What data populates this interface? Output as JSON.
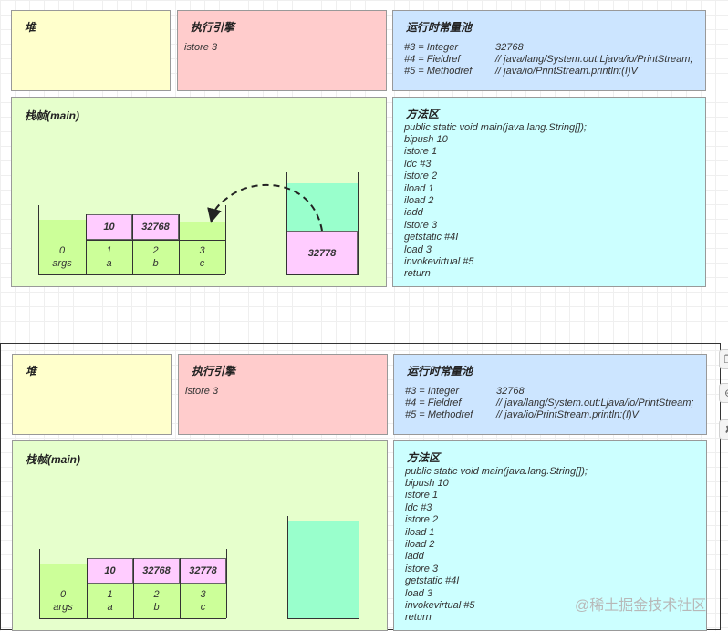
{
  "panels": {
    "heap_title": "堆",
    "engine_title": "执行引擎",
    "pool_title": "运行时常量池",
    "frame_title": "栈帧(main)",
    "method_title": "方法区"
  },
  "constant_pool": [
    {
      "ref": "#3 = Integer",
      "value": "32768"
    },
    {
      "ref": "#4 = Fieldref",
      "value": "// java/lang/System.out:Ljava/io/PrintStream;"
    },
    {
      "ref": "#5 = Methodref",
      "value": "// java/io/PrintStream.println:(I)V"
    }
  ],
  "method_area": {
    "signature": "public static void main(java.lang.String[]);",
    "instructions": [
      "bipush 10",
      "istore 1",
      "ldc #3",
      "istore 2",
      "iload 1",
      "iload 2",
      "iadd",
      "istore 3",
      "getstatic #4I",
      "load 3",
      "invokevirtual #5",
      "return"
    ]
  },
  "slots": [
    {
      "index": "0",
      "name": "args"
    },
    {
      "index": "1",
      "name": "a"
    },
    {
      "index": "2",
      "name": "b"
    },
    {
      "index": "3",
      "name": "c"
    }
  ],
  "diagrams": [
    {
      "engine_instruction": "istore 3",
      "slot_values": [
        "",
        "10",
        "32768",
        ""
      ],
      "operand_stack_value": "32778"
    },
    {
      "engine_instruction": "istore 3",
      "slot_values": [
        "",
        "10",
        "32768",
        "32778"
      ],
      "operand_stack_value": ""
    }
  ],
  "watermark": "@稀土掘金技术社区",
  "side_toolbar_icons": [
    "copy-icon",
    "zoom-icon",
    "delete-icon"
  ],
  "colors": {
    "heap": "#ffffcc",
    "engine": "#ffcccc",
    "pool": "#cce5ff",
    "frame": "#e6ffcc",
    "method": "#ccffff",
    "value": "#ffccff",
    "stack": "#99ffcc",
    "slot": "#ccff99"
  }
}
